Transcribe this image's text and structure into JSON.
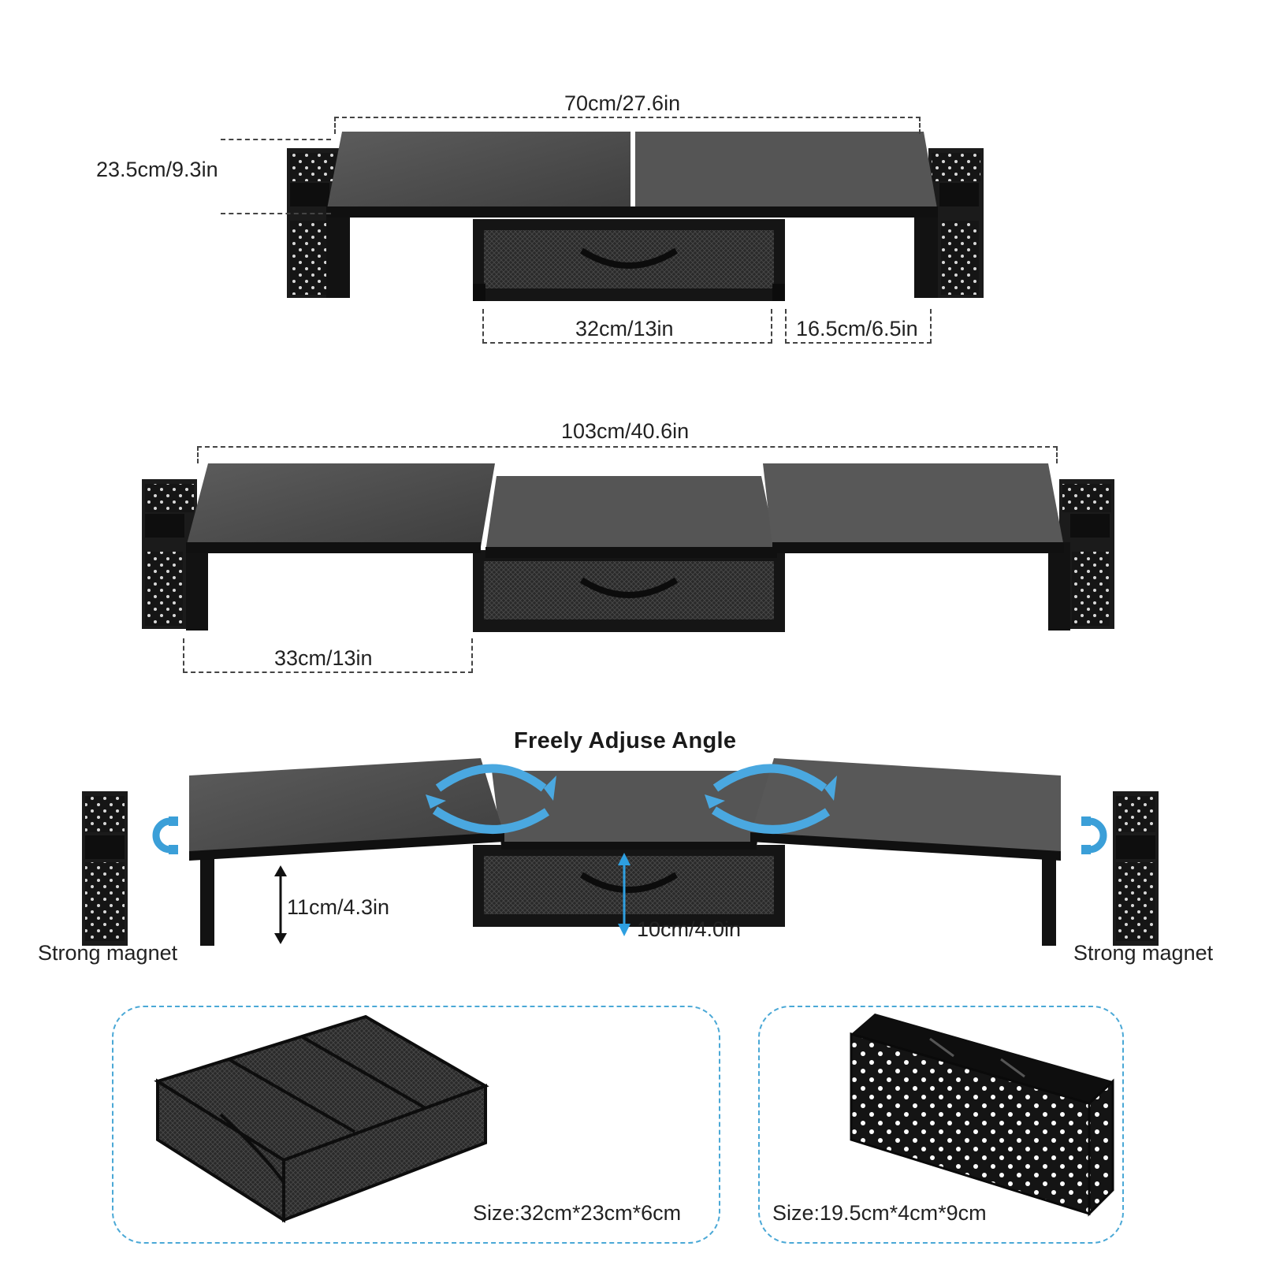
{
  "section1": {
    "width_label": "70cm/27.6in",
    "depth_label": "23.5cm/9.3in",
    "drawer_label": "32cm/13in",
    "gap_label": "16.5cm/6.5in"
  },
  "section2": {
    "width_label": "103cm/40.6in",
    "wing_label": "33cm/13in"
  },
  "section3": {
    "title": "Freely Adjuse Angle",
    "wing_height_label": "11cm/4.3in",
    "center_height_label": "10cm/4.0in",
    "magnet_left_label": "Strong magnet",
    "magnet_right_label": "Strong magnet"
  },
  "panels": {
    "drawer_size_label": "Size:32cm*23cm*6cm",
    "holder_size_label": "Size:19.5cm*4cm*9cm"
  },
  "colors": {
    "stand_top": "#5a5a5a",
    "stand_frame": "#141414",
    "rotate_arrow": "#4aa8e0",
    "panel_border": "#4aa8d6"
  }
}
